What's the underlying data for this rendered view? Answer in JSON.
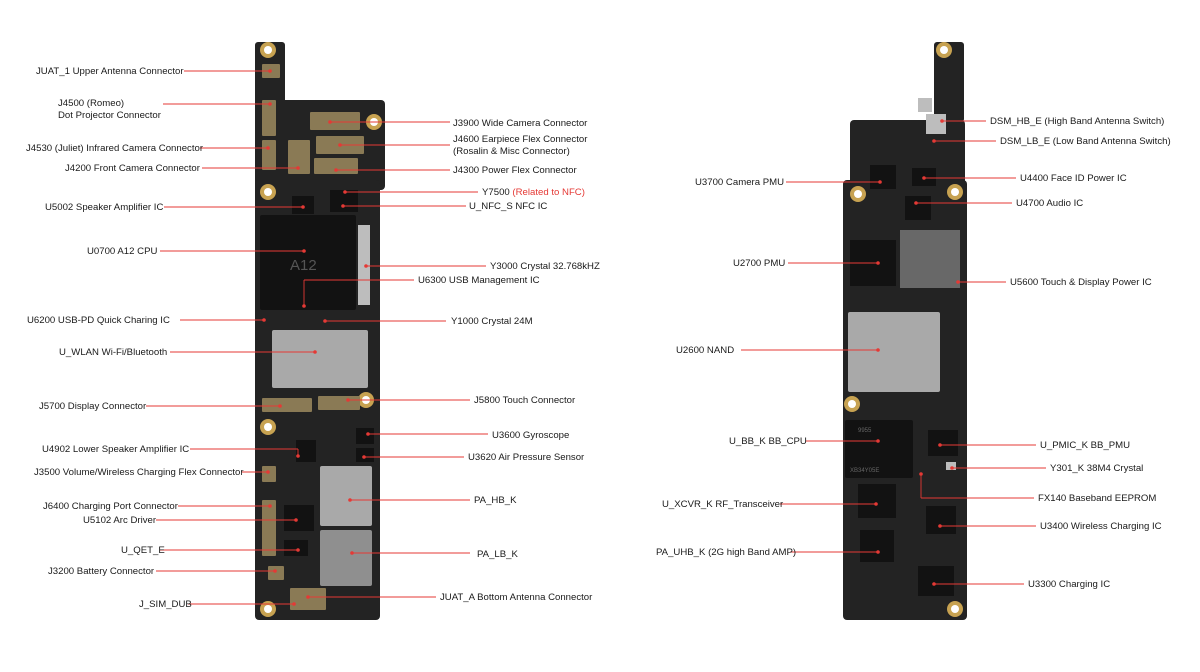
{
  "left_labels": [
    {
      "text": "JUAT_1 Upper Antenna Connector"
    },
    {
      "text": "J4500 (Romeo)"
    },
    {
      "text": "Dot Projector Connector"
    },
    {
      "text": "J4530 (Juliet) Infrared Camera Connector"
    },
    {
      "text": "J4200  Front Camera Connector"
    },
    {
      "text": "U5002 Speaker Amplifier IC"
    },
    {
      "text": "U0700  A12 CPU"
    },
    {
      "text": "U6200 USB-PD Quick Charing IC"
    },
    {
      "text": "U_WLAN Wi-Fi/Bluetooth"
    },
    {
      "text": "J5700 Display Connector"
    },
    {
      "text": "U4902 Lower Speaker Amplifier IC"
    },
    {
      "text": "J3500 Volume/Wireless Charging Flex Connector"
    },
    {
      "text": "J6400 Charging Port Connector"
    },
    {
      "text": "U5102 Arc Driver"
    },
    {
      "text": "U_QET_E"
    },
    {
      "text": "J3200 Battery Connector"
    },
    {
      "text": "J_SIM_DUB"
    }
  ],
  "middle_labels": [
    {
      "text": "J3900 Wide Camera Connector"
    },
    {
      "text": "J4600 Earpiece Flex Connector"
    },
    {
      "text": "(Rosalin & Misc Connector)"
    },
    {
      "text": "J4300 Power Flex Connector"
    },
    {
      "text": "Y7500 ",
      "note": "(Related to NFC)"
    },
    {
      "text": "U_NFC_S NFC IC"
    },
    {
      "text": "Y3000 Crystal 32.768kHZ"
    },
    {
      "text": "U6300 USB Management IC"
    },
    {
      "text": "Y1000 Crystal 24M"
    },
    {
      "text": "J5800 Touch Connector"
    },
    {
      "text": "U3600 Gyroscope"
    },
    {
      "text": "U3620  Air Pressure Sensor"
    },
    {
      "text": "PA_HB_K"
    },
    {
      "text": "PA_LB_K"
    },
    {
      "text": "JUAT_A Bottom Antenna Connector"
    }
  ],
  "right_left_labels": [
    {
      "text": "U3700 Camera PMU"
    },
    {
      "text": "U2700 PMU"
    },
    {
      "text": "U2600  NAND"
    },
    {
      "text": "U_BB_K   BB_CPU"
    },
    {
      "text": "U_XCVR_K  RF_Transceiver"
    },
    {
      "text": "PA_UHB_K (2G high Band AMP)"
    }
  ],
  "right_labels": [
    {
      "text": "DSM_HB_E (High Band Antenna Switch)"
    },
    {
      "text": "DSM_LB_E (Low Band Antenna Switch)"
    },
    {
      "text": "U4400 Face ID Power IC"
    },
    {
      "text": "U4700 Audio IC"
    },
    {
      "text": "U5600 Touch & Display Power IC"
    },
    {
      "text": "U_PMIC_K  BB_PMU"
    },
    {
      "text": "Y301_K 38M4 Crystal"
    },
    {
      "text": "FX140 Baseband EEPROM"
    },
    {
      "text": "U3400 Wireless Charging IC"
    },
    {
      "text": "U3300 Charging IC"
    }
  ],
  "chip_marks": {
    "cpu": "A12",
    "nand_top": "",
    "bb_top": "9955",
    "bb_bottom": "XB34Y05E"
  },
  "colors": {
    "leader": "#e53935",
    "label": "#1a1a1a",
    "note": "#e53935",
    "board": "#232323"
  }
}
